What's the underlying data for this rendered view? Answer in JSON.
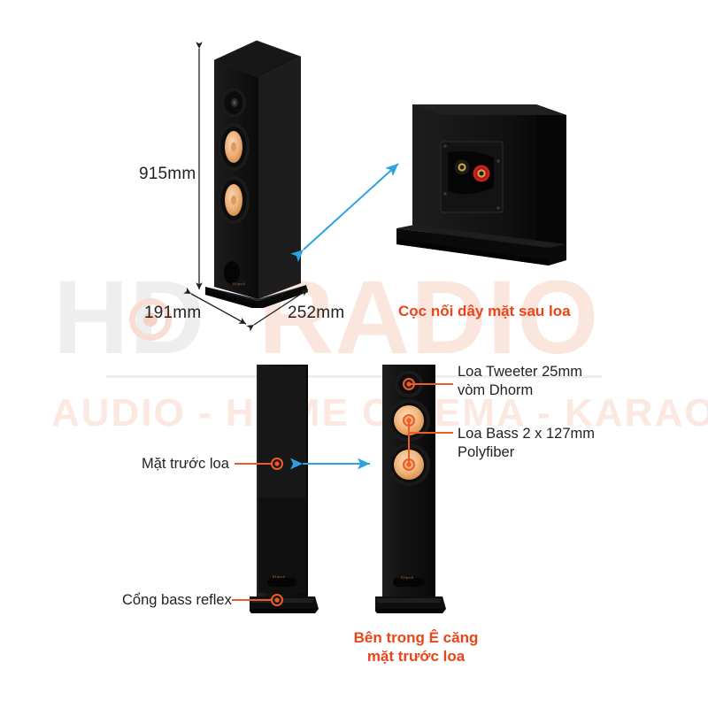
{
  "watermark": {
    "brand_part1": "HD",
    "brand_part2": "RADIO",
    "tagline": "AUDIO - HOME CINEMA - KARAOKE",
    "color_gray": "#eeeeee",
    "color_peach": "#fae6dd"
  },
  "colors": {
    "orange": "#ec4418",
    "leader_orange": "#f15a24",
    "arrow_blue": "#2aa3e0",
    "cabinet_black": "#141414",
    "cone_copper": "#f0b27a",
    "text_dark": "#231f20",
    "binding_red": "#cc1f1f",
    "binding_black": "#2a2a2a"
  },
  "dimensions": {
    "height": "915mm",
    "depth": "191mm",
    "width": "252mm"
  },
  "callouts": {
    "rear_terminals": "Cọc nối dây mặt sau loa",
    "tweeter_line1": "Loa Tweeter 25mm",
    "tweeter_line2": "vòm Dhorm",
    "bass_line1": "Loa Bass 2 x 127mm",
    "bass_line2": "Polyfiber",
    "front_face": "Mặt trước loa",
    "bass_port": "Cổng bass reflex",
    "inside_grille_line1": "Bên trong Ê căng",
    "inside_grille_line2": "mặt trước loa"
  },
  "brand_badge": "Klipsch"
}
